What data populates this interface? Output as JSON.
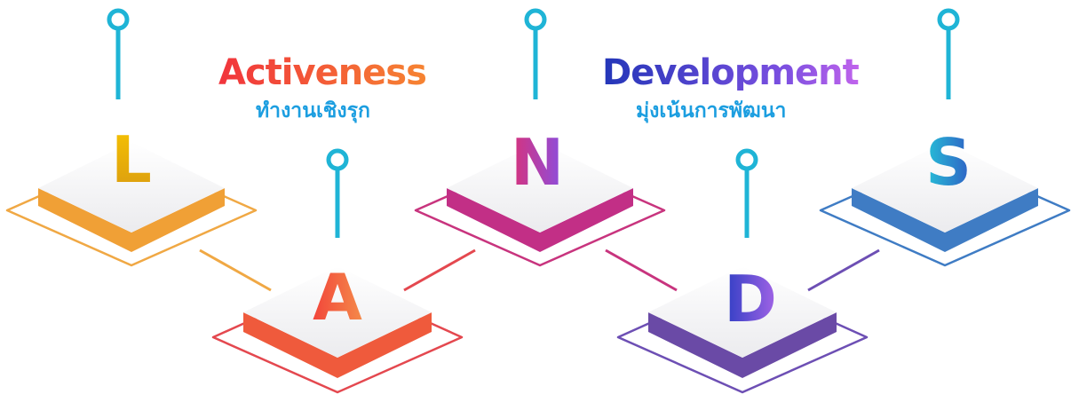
{
  "headings": {
    "activeness": {
      "title": "Activeness",
      "subtitle": "ทำงานเชิงรุก"
    },
    "development": {
      "title": "Development",
      "subtitle": "มุ่งเน้นการพัฒนา"
    }
  },
  "tiles": [
    {
      "letter": "L",
      "color": "#f0a036"
    },
    {
      "letter": "A",
      "color": "#ef5a3c"
    },
    {
      "letter": "N",
      "color": "#c22f86"
    },
    {
      "letter": "D",
      "color": "#6a4aa6"
    },
    {
      "letter": "S",
      "color": "#3f7cc4"
    }
  ],
  "pin_color": "#1fb4d6",
  "subtitle_color": "#1c9ee0"
}
